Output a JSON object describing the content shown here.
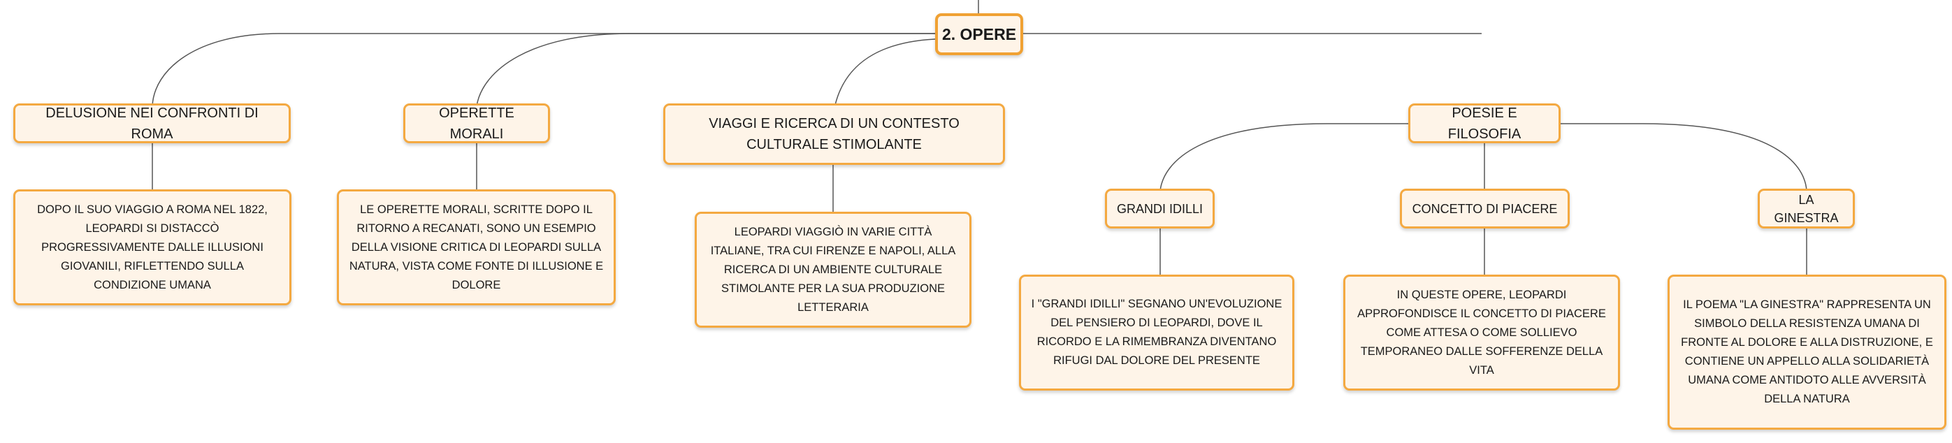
{
  "root": {
    "label": "2. OPERE"
  },
  "branches": [
    {
      "title": "DELUSIONE NEI CONFRONTI DI ROMA",
      "text": "DOPO IL SUO VIAGGIO A ROMA NEL 1822, LEOPARDI SI DISTACCÒ PROGRESSIVAMENTE DALLE ILLUSIONI GIOVANILI, RIFLETTENDO SULLA CONDIZIONE UMANA"
    },
    {
      "title": "OPERETTE MORALI",
      "text": "LE OPERETTE MORALI, SCRITTE DOPO IL RITORNO A RECANATI, SONO UN ESEMPIO DELLA VISIONE CRITICA DI LEOPARDI SULLA NATURA, VISTA COME FONTE DI ILLUSIONE E DOLORE"
    },
    {
      "title": "VIAGGI E RICERCA DI UN CONTESTO CULTURALE STIMOLANTE",
      "text": "LEOPARDI VIAGGIÒ IN VARIE CITTÀ ITALIANE, TRA CUI FIRENZE E NAPOLI, ALLA RICERCA DI UN AMBIENTE CULTURALE STIMOLANTE PER LA SUA PRODUZIONE LETTERARIA"
    },
    {
      "title": "POESIE E FILOSOFIA",
      "children": [
        {
          "title": "GRANDI IDILLI",
          "text": "I \"GRANDI IDILLI\" SEGNANO UN'EVOLUZIONE DEL PENSIERO DI LEOPARDI, DOVE IL RICORDO E LA RIMEMBRANZA DIVENTANO RIFUGI DAL DOLORE DEL PRESENTE"
        },
        {
          "title": "CONCETTO DI PIACERE",
          "text": "IN QUESTE OPERE, LEOPARDI APPROFONDISCE IL CONCETTO DI PIACERE COME ATTESA O COME SOLLIEVO TEMPORANEO DALLE SOFFERENZE DELLA VITA"
        },
        {
          "title": "LA GINESTRA",
          "text": "IL POEMA \"LA GINESTRA\" RAPPRESENTA UN SIMBOLO DELLA RESISTENZA UMANA DI FRONTE AL DOLORE E ALLA DISTRUZIONE, E CONTIENE UN APPELLO ALLA SOLIDARIETÀ UMANA COME ANTIDOTO ALLE AVVERSITÀ DELLA NATURA"
        }
      ]
    }
  ],
  "colors": {
    "border": "#f4a941",
    "fill": "#fef4e8",
    "line": "#555555",
    "text": "#1a1a1a"
  }
}
